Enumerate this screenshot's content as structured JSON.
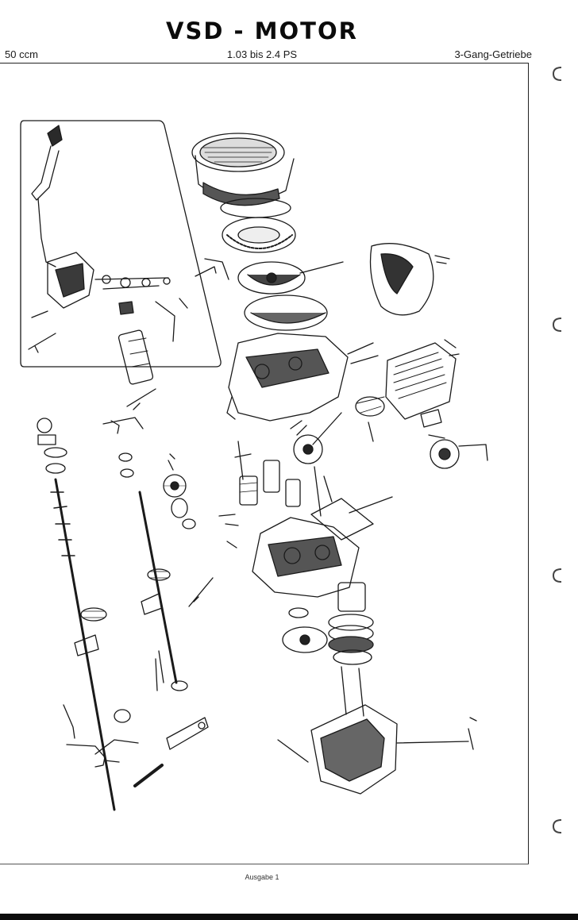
{
  "header": {
    "title": "VSD - MOTOR",
    "left": "50 ccm",
    "center": "1.03 bis 2.4 PS",
    "right": "3-Gang-Getriebe"
  },
  "footer": {
    "edition": "Ausgabe 1"
  },
  "illustration": {
    "kind": "exploded-view engine parts drawing",
    "line_color": "#1a1a1a"
  }
}
